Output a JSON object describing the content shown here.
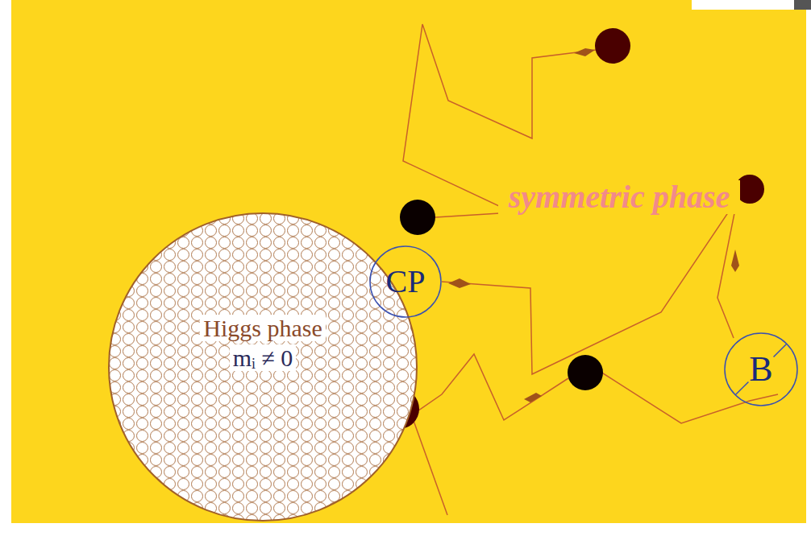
{
  "diagram": {
    "nodes": [
      {
        "text": [
          "Higgs phase",
          "mᵢ ≠ 0"
        ]
      },
      {
        "text": [
          "CP"
        ]
      },
      {
        "text": [
          "B"
        ]
      }
    ],
    "labels": [
      "symmetric phase"
    ]
  }
}
